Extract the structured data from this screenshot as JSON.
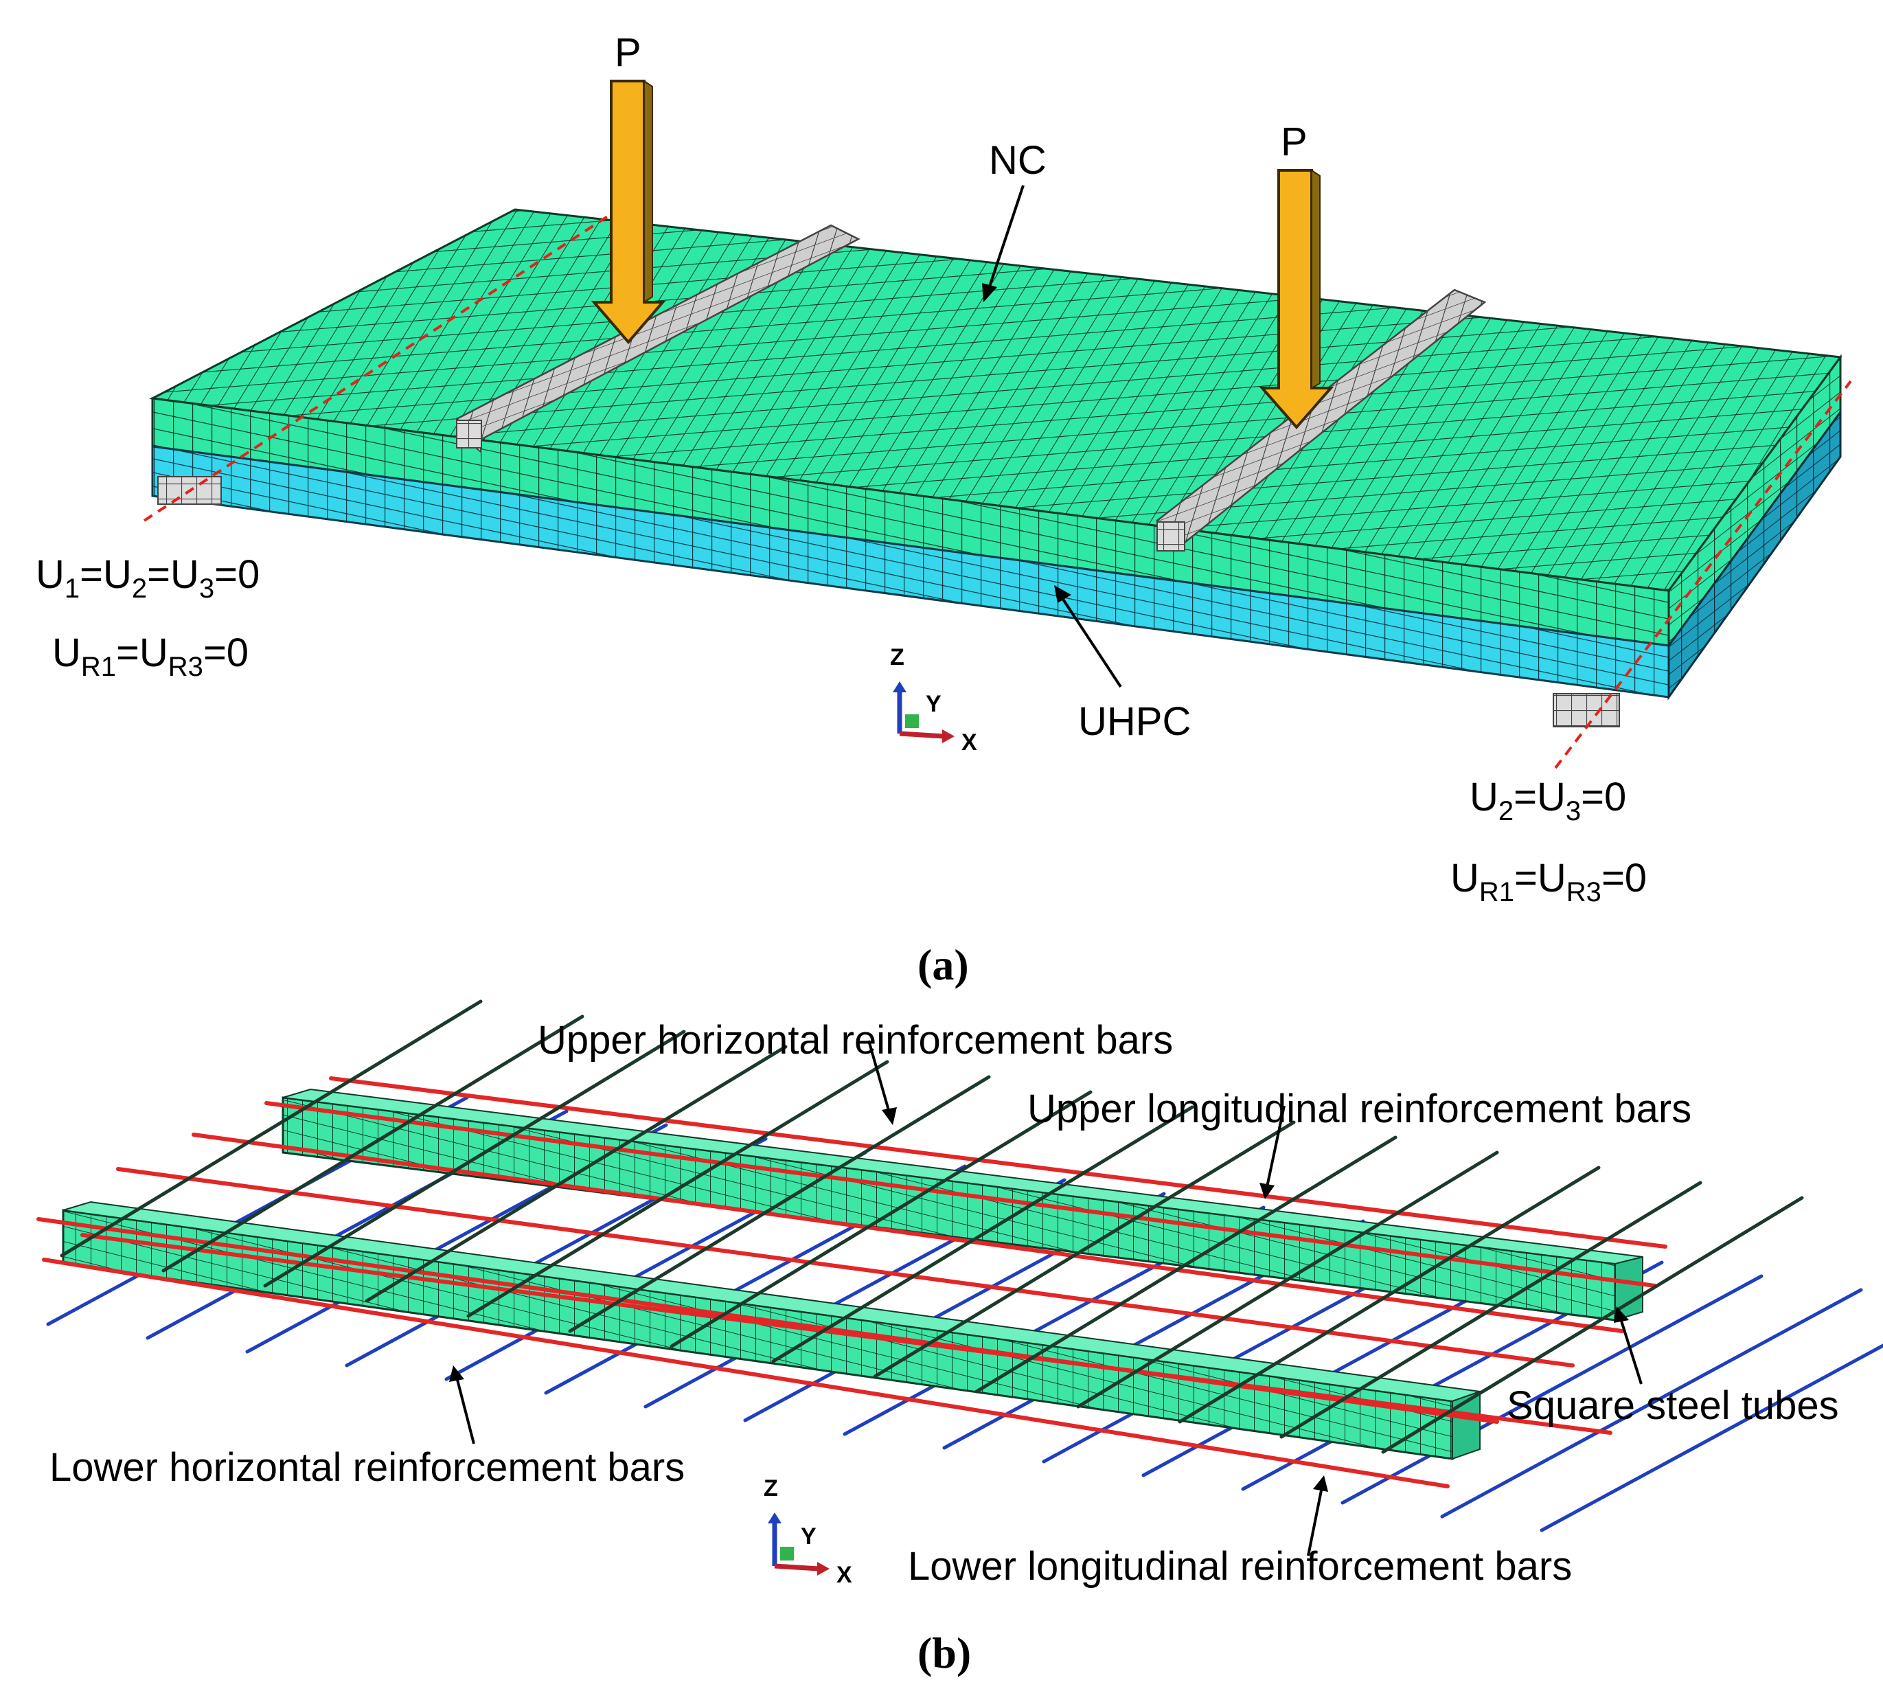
{
  "panel_a": {
    "load_label_1": "P",
    "load_label_2": "P",
    "nc_label": "NC",
    "uhpc_label": "UHPC",
    "left_support": {
      "line1": [
        "U",
        "1",
        "=U",
        "2",
        "=U",
        "3",
        "=0"
      ],
      "line2": [
        "U",
        "R1",
        "=U",
        "R3",
        "=0"
      ]
    },
    "right_support": {
      "line1": [
        "U",
        "2",
        "=U",
        "3",
        "=0"
      ],
      "line2": [
        "U",
        "R1",
        "=U",
        "R3",
        "=0"
      ]
    },
    "axis": {
      "z": "Z",
      "y": "Y",
      "x": "X"
    },
    "caption": "(a)",
    "colors": {
      "nc": "#2fe8a6",
      "uhpc": "#36d6ec",
      "steel": "#cfcfcf",
      "load": "#f5b21c",
      "boundary": "#e2231a"
    }
  },
  "panel_b": {
    "upper_horizontal": "Upper horizontal reinforcement bars",
    "upper_longitudinal": "Upper longitudinal reinforcement bars",
    "square_tubes": "Square steel tubes",
    "lower_horizontal": "Lower horizontal reinforcement bars",
    "lower_longitudinal": "Lower longitudinal reinforcement bars",
    "axis": {
      "z": "Z",
      "y": "Y",
      "x": "X"
    },
    "caption": "(b)",
    "colors": {
      "upper_horizontal": "#1b3a2a",
      "longitudinal": "#e32626",
      "lower_horizontal": "#1f3fbf",
      "tube": "#3ee6a6"
    }
  }
}
